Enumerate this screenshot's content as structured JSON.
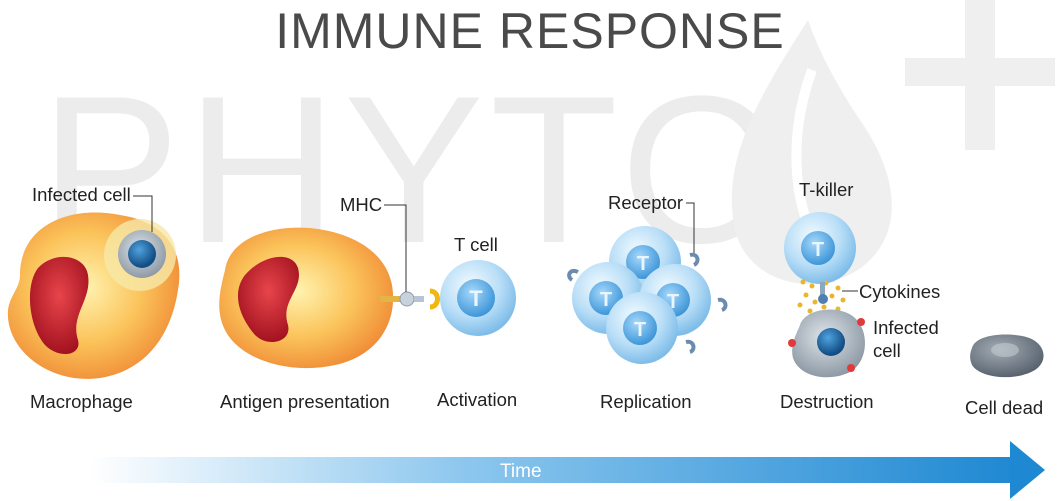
{
  "title": "IMMUNE RESPONSE",
  "watermark": {
    "text": "PHYTO"
  },
  "labels": {
    "infected_cell": "Infected cell",
    "mhc": "MHC",
    "t_cell": "T cell",
    "receptor": "Receptor",
    "t_killer": "T-killer",
    "cytokines": "Cytokines",
    "infected_cell_2_line1": "Infected",
    "infected_cell_2_line2": "cell"
  },
  "cell_letter": "T",
  "stages": [
    {
      "caption": "Macrophage"
    },
    {
      "caption": "Antigen presentation"
    },
    {
      "caption": "Activation"
    },
    {
      "caption": "Replication"
    },
    {
      "caption": "Destruction"
    },
    {
      "caption": "Cell dead"
    }
  ],
  "arrow": {
    "label": "Time",
    "color": "#2a8fd4"
  },
  "colors": {
    "macrophage_body": "#f8a84a",
    "macrophage_nucleus": "#c8202f",
    "t_cell": "#7cc0ee",
    "title": "#4a4a4a"
  }
}
